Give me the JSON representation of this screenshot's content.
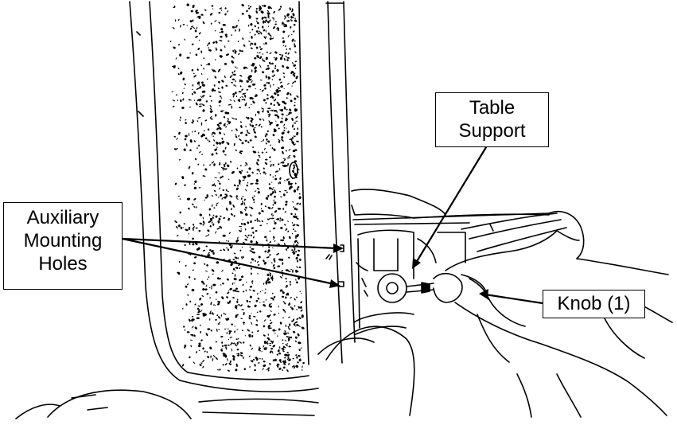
{
  "diagram": {
    "callouts": {
      "auxiliary_mounting_holes": {
        "lines": [
          "Auxiliary",
          "Mounting",
          "Holes"
        ]
      },
      "table_support": {
        "lines": [
          "Table",
          "Support"
        ]
      },
      "knob": {
        "lines": [
          "Knob (1)"
        ]
      }
    },
    "colors": {
      "ink": "#000000",
      "paper": "#ffffff"
    }
  }
}
